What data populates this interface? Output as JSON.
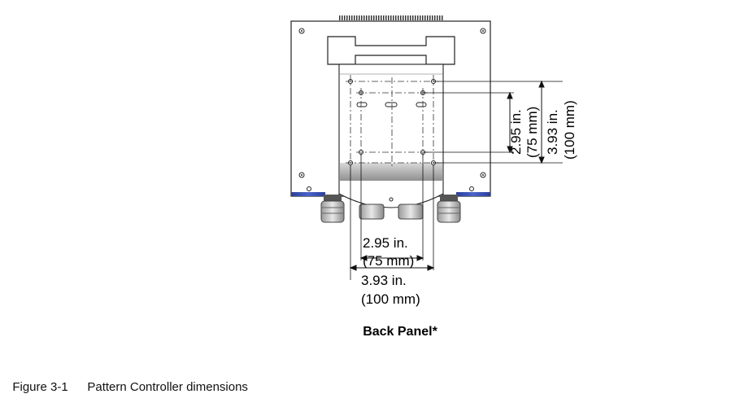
{
  "panel_title": "Back Panel*",
  "caption": {
    "number": "Figure 3-1",
    "title": "Pattern Controller dimensions"
  },
  "dimensions": {
    "vertical_inner": {
      "inches": "2.95 in.",
      "mm": "(75 mm)"
    },
    "vertical_outer": {
      "inches": "3.93 in.",
      "mm": "(100 mm)"
    },
    "horizontal_inner": {
      "inches": "2.95 in.",
      "mm": "(75 mm)"
    },
    "horizontal_outer": {
      "inches": "3.93 in.",
      "mm": "(100 mm)"
    }
  }
}
